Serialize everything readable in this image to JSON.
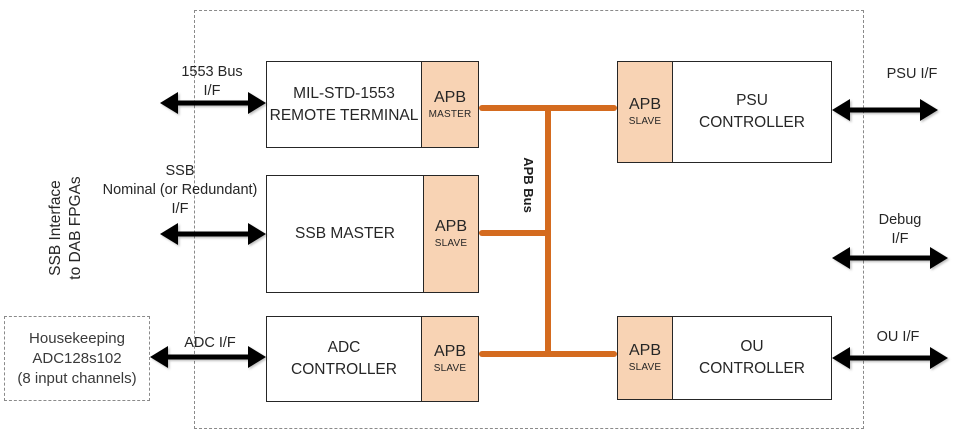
{
  "diagram": {
    "boundary": {
      "style": "dashed",
      "label": ""
    },
    "side_label": [
      "SSB Interface",
      "to DAB FPGAs"
    ],
    "bus": {
      "label": "APB Bus",
      "color": "#d46b1f"
    },
    "apb_fill": "#f8d3b4",
    "blocks": [
      {
        "id": "rt",
        "lines": [
          "MIL-STD-1553",
          "REMOTE TERMINAL"
        ],
        "apb": {
          "title": "APB",
          "role": "MASTER",
          "side": "right"
        }
      },
      {
        "id": "ssb",
        "lines": [
          "SSB MASTER"
        ],
        "apb": {
          "title": "APB",
          "role": "SLAVE",
          "side": "right"
        }
      },
      {
        "id": "adc",
        "lines": [
          "ADC",
          "CONTROLLER"
        ],
        "apb": {
          "title": "APB",
          "role": "SLAVE",
          "side": "right"
        }
      },
      {
        "id": "psu",
        "lines": [
          "PSU",
          "CONTROLLER"
        ],
        "apb": {
          "title": "APB",
          "role": "SLAVE",
          "side": "left"
        }
      },
      {
        "id": "ou",
        "lines": [
          "OU",
          "CONTROLLER"
        ],
        "apb": {
          "title": "APB",
          "role": "SLAVE",
          "side": "left"
        }
      }
    ],
    "external": {
      "housekeeping": [
        "Housekeeping",
        "ADC128s102",
        "(8 input channels)"
      ]
    },
    "interfaces": [
      {
        "id": "if-1553",
        "lines": [
          "1553 Bus",
          "I/F"
        ],
        "connects": "rt"
      },
      {
        "id": "if-ssb",
        "lines": [
          "SSB",
          "Nominal (or Redundant)",
          "I/F"
        ],
        "connects": "ssb"
      },
      {
        "id": "if-adc",
        "lines": [
          "ADC I/F"
        ],
        "connects": "adc"
      },
      {
        "id": "if-psu",
        "lines": [
          "PSU I/F"
        ],
        "connects": "psu"
      },
      {
        "id": "if-debug",
        "lines": [
          "Debug",
          "I/F"
        ],
        "connects": ""
      },
      {
        "id": "if-ou",
        "lines": [
          "OU I/F"
        ],
        "connects": "ou"
      }
    ]
  }
}
